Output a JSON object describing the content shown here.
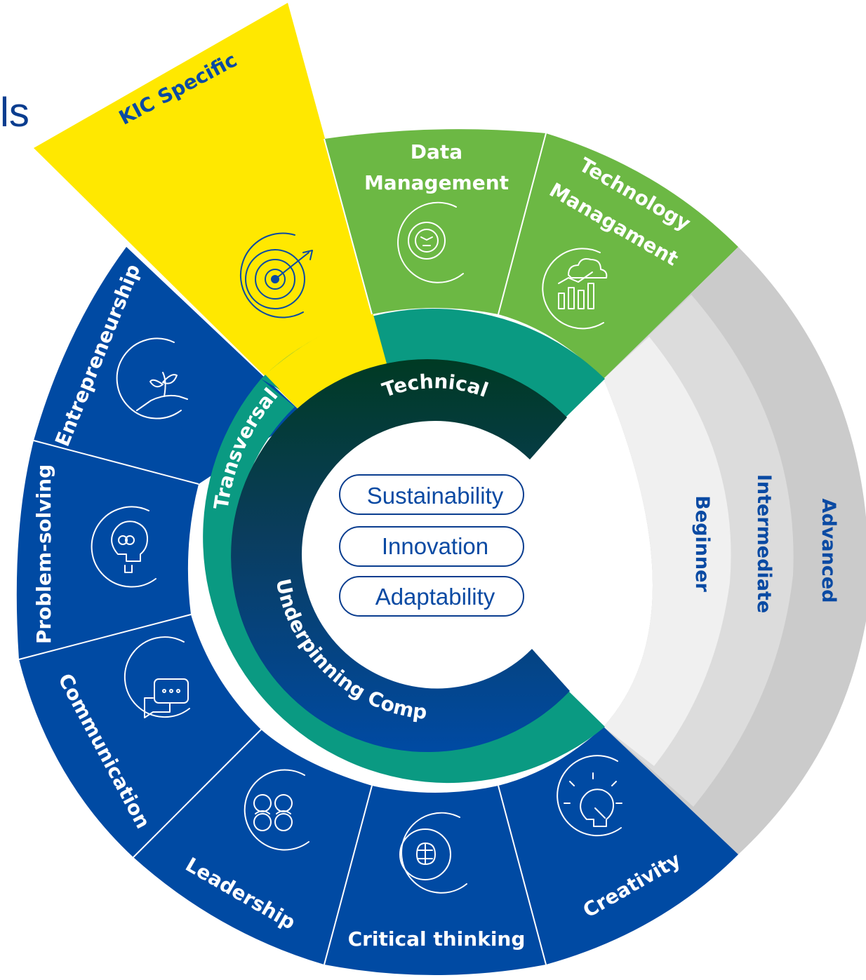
{
  "title_fragment": "ls",
  "levels": [
    "Beginner",
    "Intermediate",
    "Advanced"
  ],
  "rings": {
    "technical": "Technical",
    "transversal": "Transversal",
    "underpinning": "Underpinning Comp."
  },
  "center": [
    "Sustainability",
    "Innovation",
    "Adaptability"
  ],
  "segments": {
    "kic_specific": {
      "label": "KIC Specific",
      "icon": "target-icon"
    },
    "data_management": {
      "label": [
        "Data",
        "Management"
      ],
      "icon": "brain-gear-icon"
    },
    "technology_management": {
      "label": [
        "Technology",
        "Managament"
      ],
      "icon": "cloud-chart-icon"
    },
    "entrepreneurship": {
      "label": "Entrepreneurship",
      "icon": "hand-plant-icon"
    },
    "problem_solving": {
      "label": "Problem-solving",
      "icon": "lightbulb-pen-icon"
    },
    "communication": {
      "label": "Communication",
      "icon": "chat-bubbles-icon"
    },
    "leadership": {
      "label": "Leadership",
      "icon": "team-people-icon"
    },
    "critical_thinking": {
      "label": "Critical thinking",
      "icon": "brain-cycle-icon"
    },
    "creativity": {
      "label": "Creativity",
      "icon": "idea-bulb-icon"
    }
  },
  "colors": {
    "navy": "#004aa3",
    "teal": "#0a9a82",
    "green": "#6cb844",
    "yellow": "#ffe800",
    "dark_green": "#003a23",
    "grey_light": "#f0f0f0",
    "grey_mid": "#dcdcdc",
    "grey_dark": "#cbcbcb"
  }
}
